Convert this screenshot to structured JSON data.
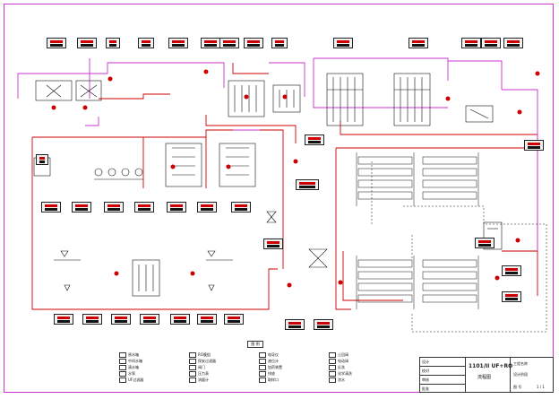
{
  "drawing": {
    "title": "1101/II UF+RO",
    "sub_label": "流程图",
    "legend_label": "图 例",
    "title_rows": [
      "设计",
      "校对",
      "审核",
      "批准"
    ],
    "right_rows": [
      "工程名称",
      "设计阶段",
      "图 号"
    ],
    "sheet": "1 / 1"
  },
  "legend": [
    "原水箱",
    "中间水箱",
    "清水箱",
    "水泵",
    "UF过滤器",
    "RO膜组",
    "保安过滤器",
    "阀门",
    "压力表",
    "流量计",
    "电导仪",
    "液位计",
    "加药装置",
    "排放",
    "取样口",
    "止回阀",
    "电动阀",
    "反洗",
    "化学清洗",
    "浓水"
  ],
  "colors": {
    "pipe_main": "#cc0000",
    "pipe_aux": "#cc33cc",
    "equipment": "#111111",
    "dashed": "#111111"
  }
}
